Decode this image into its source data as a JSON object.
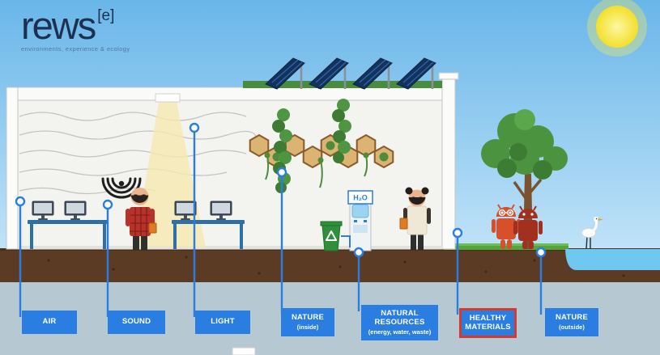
{
  "brand": {
    "name": "rews",
    "superscript": "[e]",
    "tagline": "environments, experience & ecology"
  },
  "scene": {
    "water_cooler_label": "H₂O"
  },
  "labels": [
    {
      "id": "air",
      "title": "AIR"
    },
    {
      "id": "sound",
      "title": "SOUND"
    },
    {
      "id": "light",
      "title": "LIGHT"
    },
    {
      "id": "nature-inside",
      "title": "NATURE",
      "subtitle": "(inside)"
    },
    {
      "id": "natural-resources",
      "title": "NATURAL RESOURCES",
      "subtitle": "(energy, water, waste)"
    },
    {
      "id": "healthy-materials",
      "title": "HEALTHY MATERIALS",
      "highlighted": true
    },
    {
      "id": "nature-outside",
      "title": "NATURE",
      "subtitle": "(outside)"
    }
  ],
  "colors": {
    "accent_blue": "#2a7de1",
    "highlight_red": "#d63a2a",
    "sun_yellow": "#f6e62e",
    "sky_blue": "#85c7ef",
    "grass_green": "#57a33e",
    "soil_brown": "#5c3b25",
    "water_blue": "#6fc8ef"
  }
}
